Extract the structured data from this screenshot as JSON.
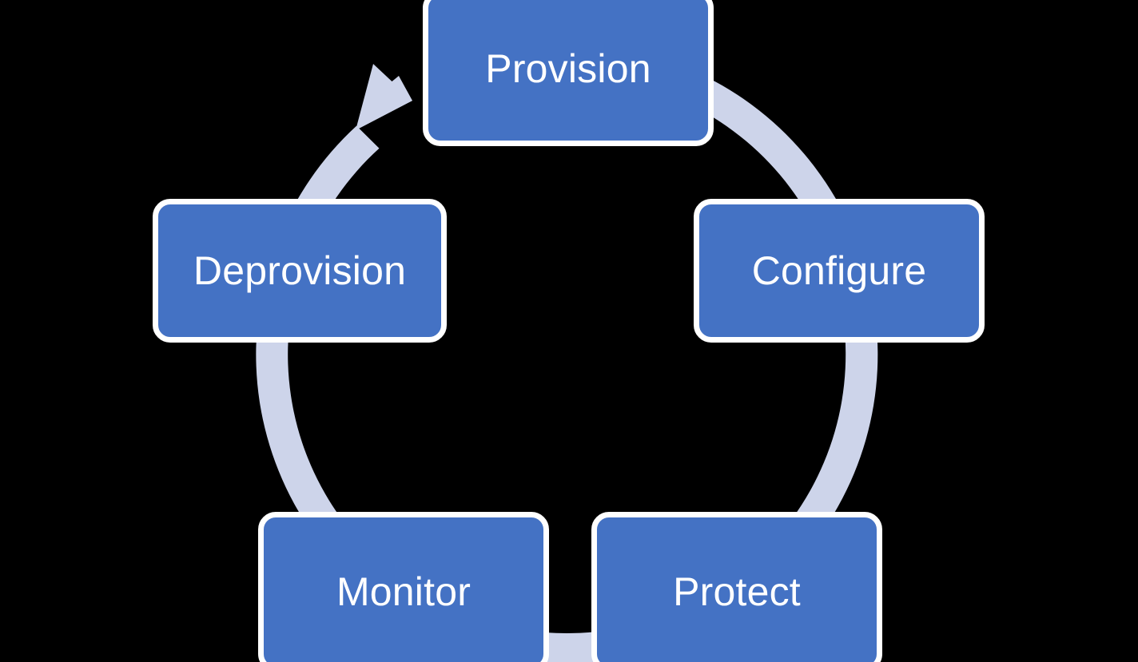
{
  "diagram": {
    "type": "cycle",
    "direction": "clockwise",
    "background_color": "#000000",
    "node_fill_color": "#4472C4",
    "node_border_color": "#FFFFFF",
    "node_text_color": "#FFFFFF",
    "arrow_color": "#CDD4EA",
    "nodes": [
      {
        "id": "provision",
        "label": "Provision",
        "position": "top"
      },
      {
        "id": "configure",
        "label": "Configure",
        "position": "right"
      },
      {
        "id": "protect",
        "label": "Protect",
        "position": "bottom-right"
      },
      {
        "id": "monitor",
        "label": "Monitor",
        "position": "bottom-left"
      },
      {
        "id": "deprovision",
        "label": "Deprovision",
        "position": "left"
      }
    ],
    "arrow": {
      "name": "circular-cycle-arrow",
      "shape": "ring-with-arrowhead",
      "arrowhead_target": "provision"
    }
  }
}
